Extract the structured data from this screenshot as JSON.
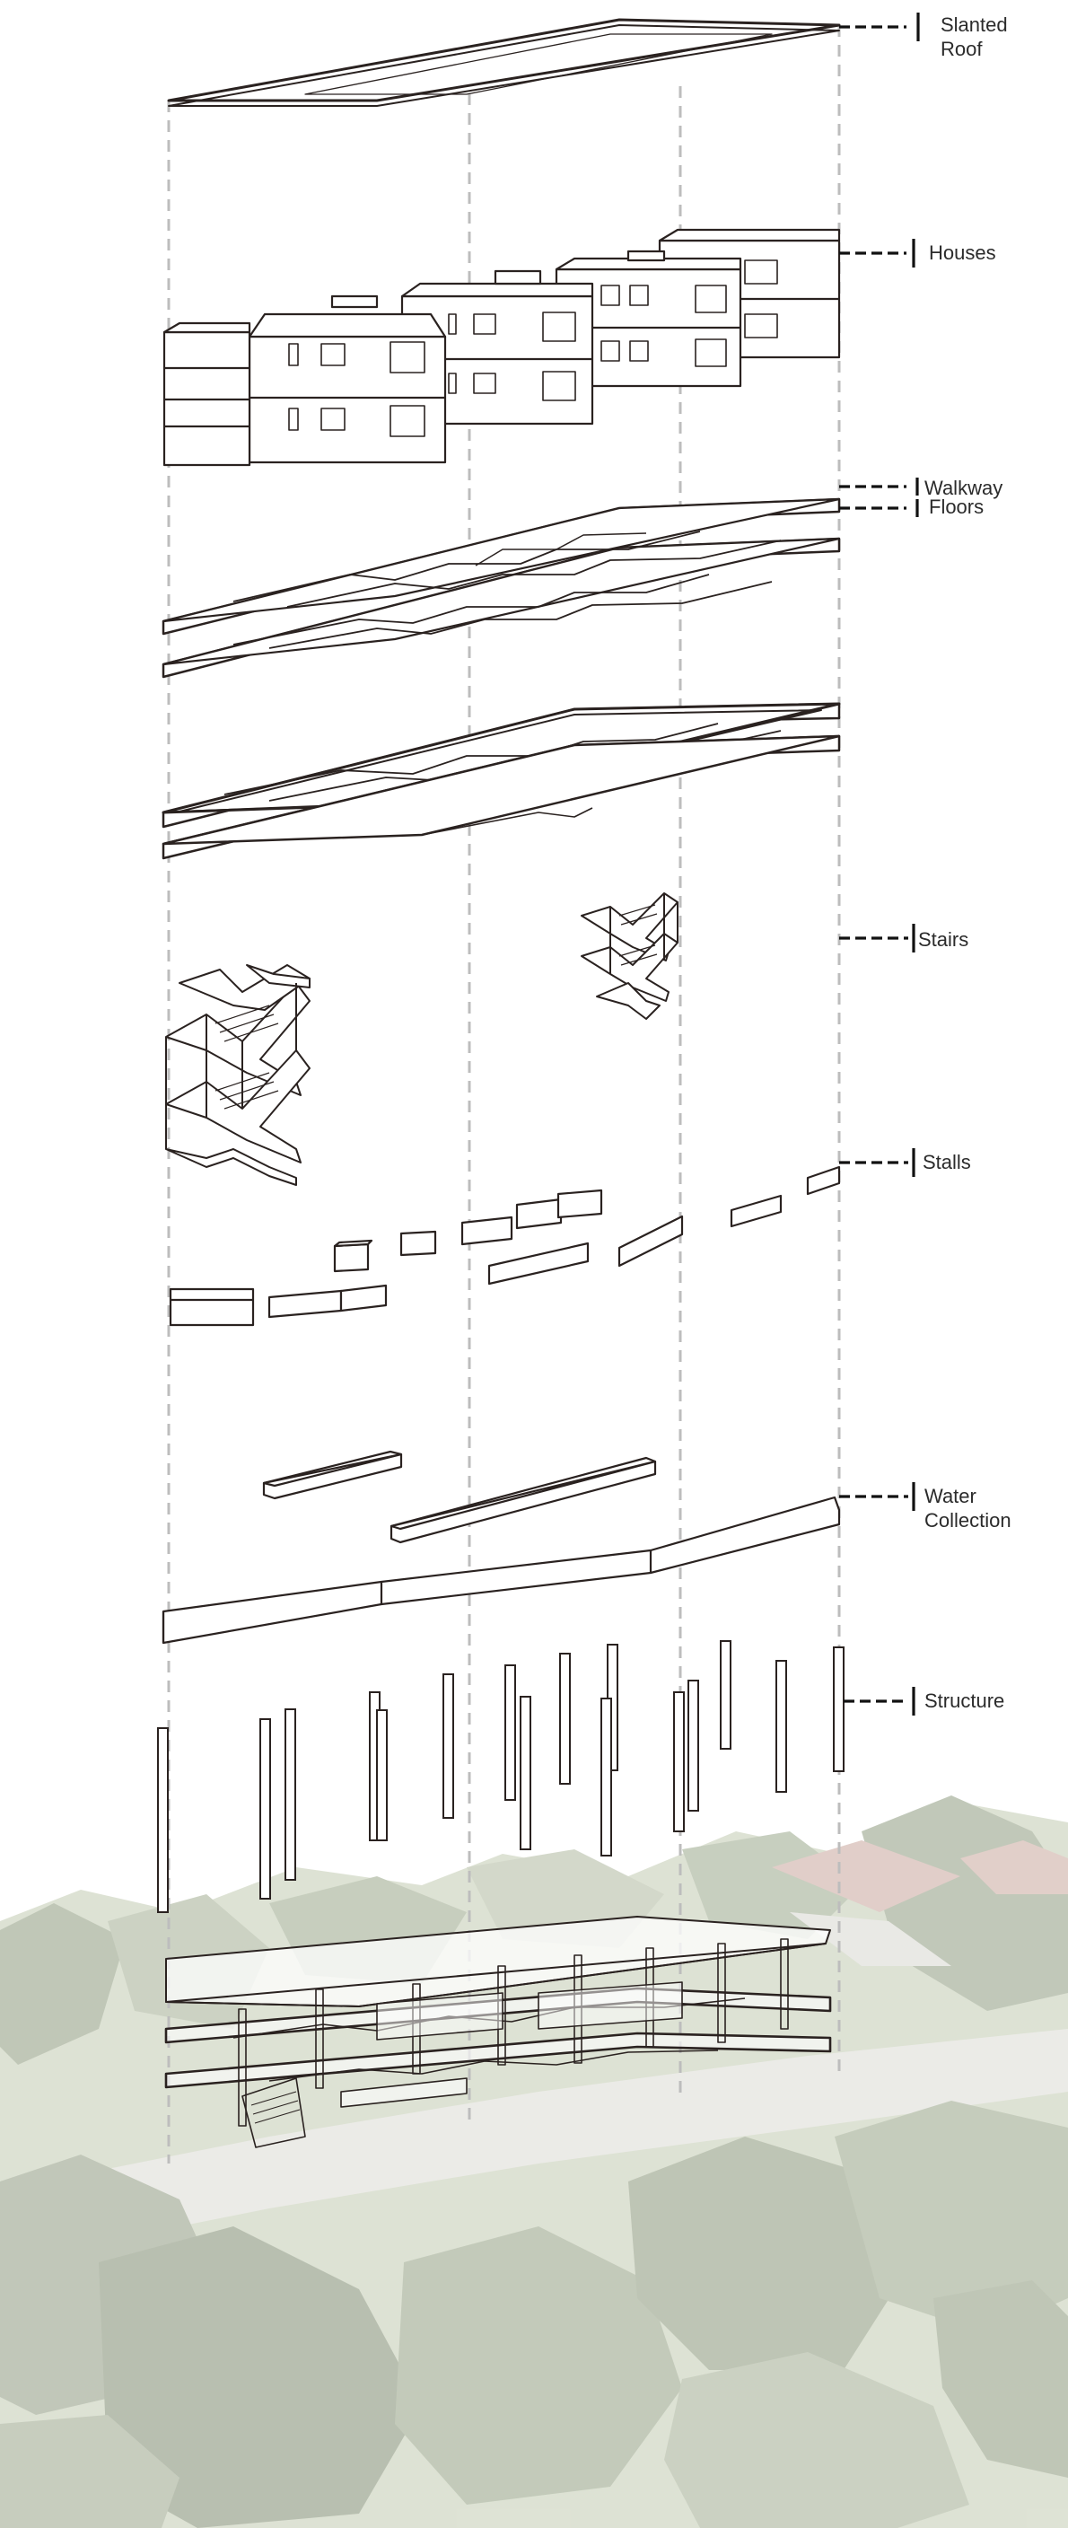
{
  "labels": {
    "slanted_roof": "Slanted\nRoof",
    "houses": "Houses",
    "walkway": "Walkway",
    "floors": "Floors",
    "stairs": "Stairs",
    "stalls": "Stalls",
    "water_collection": "Water\nCollection",
    "structure": "Structure"
  },
  "colors": {
    "line": "#2a2220",
    "guide": "#bdbdbd",
    "fill": "#ffffff",
    "terrain": "#c9cfba",
    "terrain_dark": "#a9b29a",
    "road": "#dcdcd4",
    "roof_red": "#cdb4ad"
  }
}
